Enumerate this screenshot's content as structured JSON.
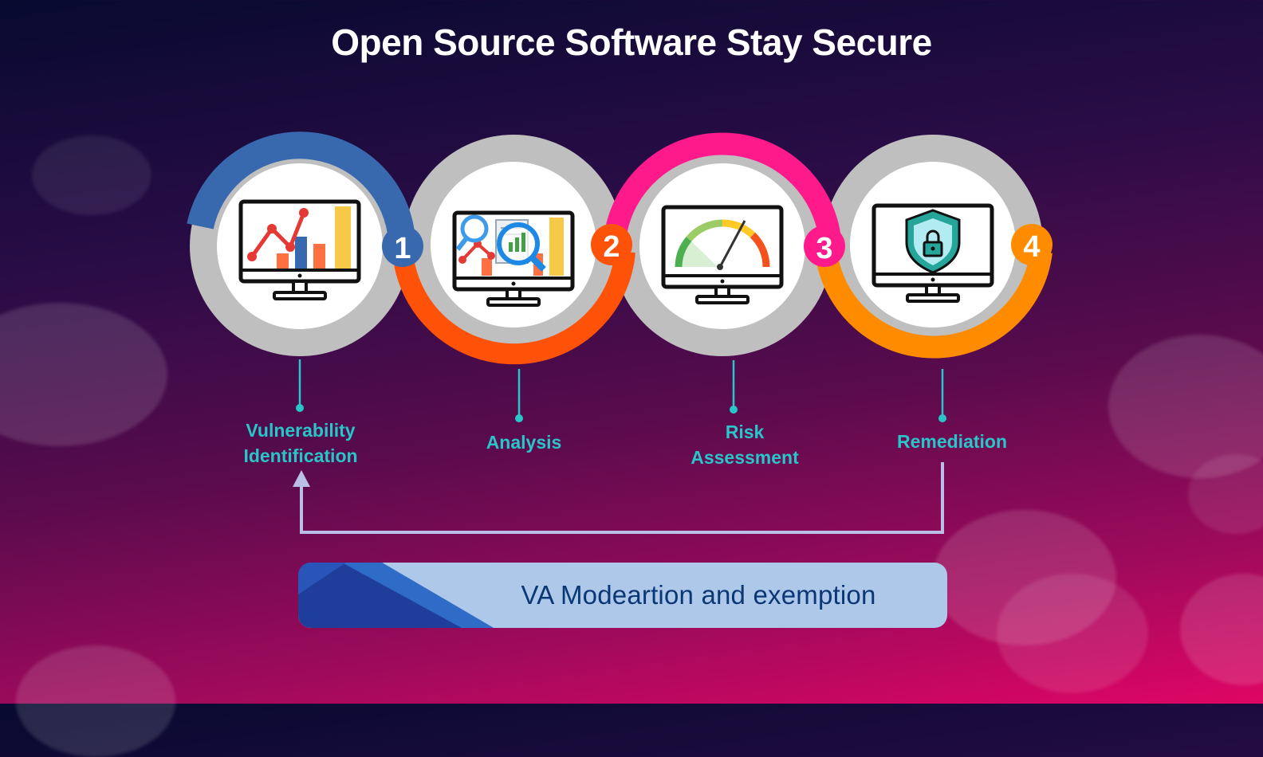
{
  "title": "Open Source Software Stay Secure",
  "steps": [
    {
      "number": "1",
      "label_line1": "Vulnerability",
      "label_line2": "Identification",
      "icon": "analytics-chart-monitor-icon",
      "color": "#3868ad"
    },
    {
      "number": "2",
      "label_line1": "Analysis",
      "label_line2": "",
      "icon": "magnifier-report-monitor-icon",
      "color": "#ff5209"
    },
    {
      "number": "3",
      "label_line1": "Risk",
      "label_line2": "Assessment",
      "icon": "gauge-monitor-icon",
      "color": "#ff1a8c"
    },
    {
      "number": "4",
      "label_line1": "Remediation",
      "label_line2": "",
      "icon": "shield-lock-monitor-icon",
      "color": "#ff8c00"
    }
  ],
  "banner": {
    "text": "VA Modeartion and exemption"
  },
  "colors": {
    "label": "#28c6c9",
    "ring_gray": "#bfbfbf",
    "feedback_arrow": "#b9bfe6",
    "banner_light": "#aec8ea",
    "banner_dark": "#1f3e9b"
  }
}
